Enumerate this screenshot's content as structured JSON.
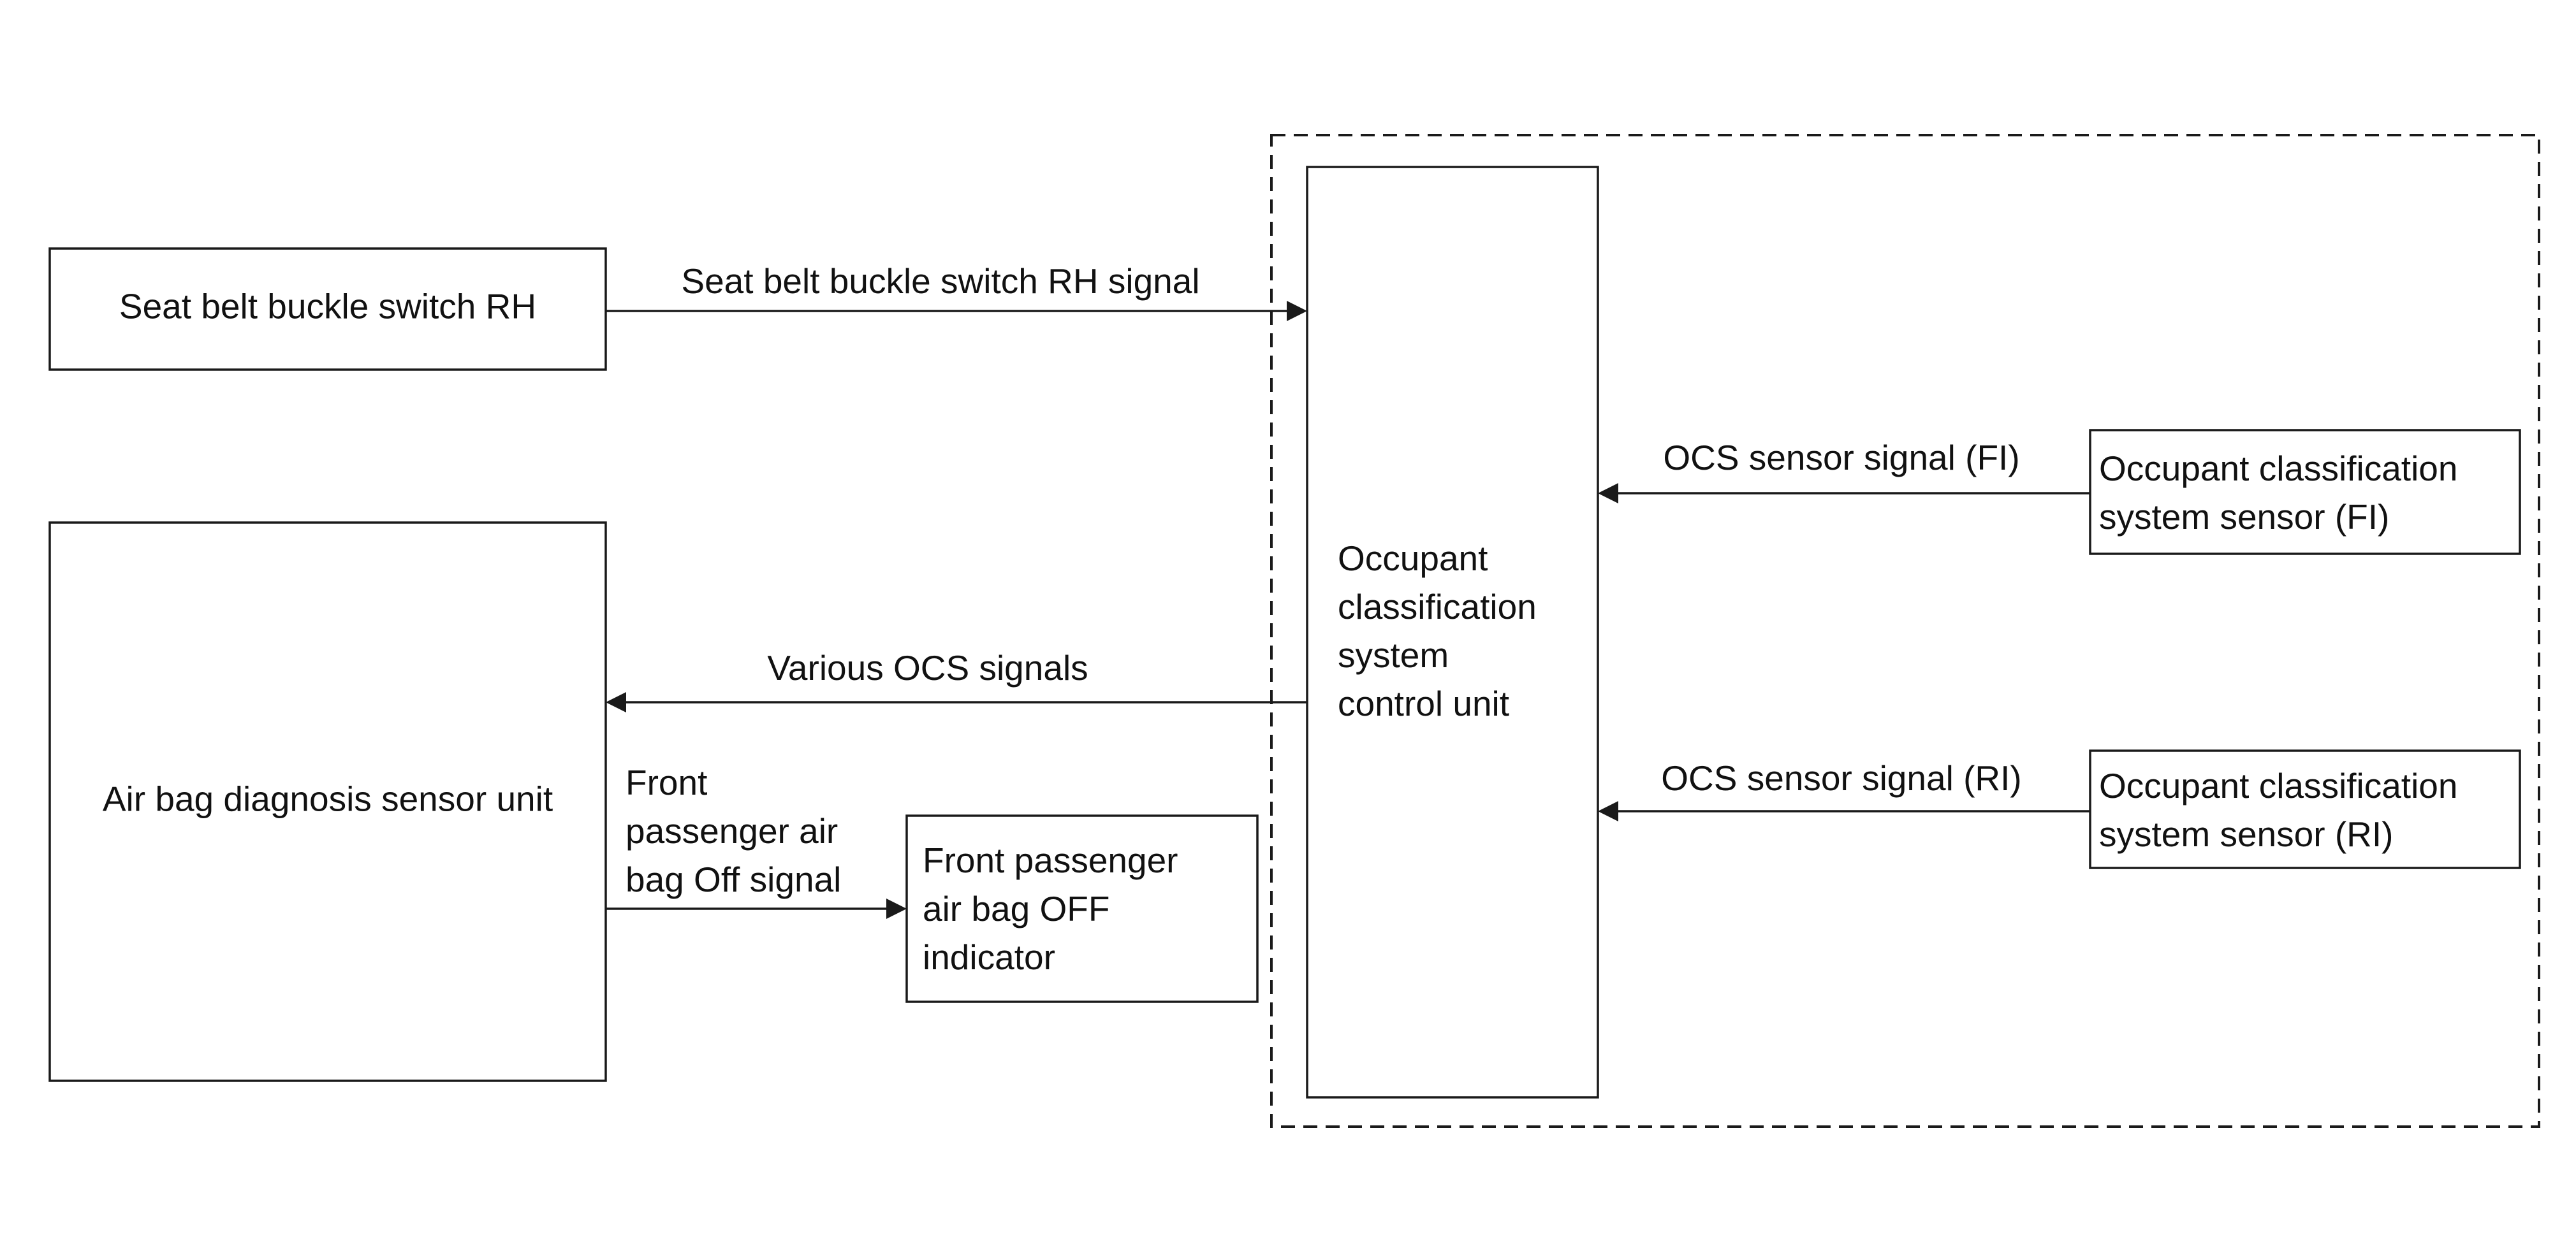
{
  "boxes": {
    "seat_belt_switch": "Seat belt buckle switch RH",
    "airbag_diag_unit": "Air bag diagnosis sensor unit",
    "front_pass_indicator": [
      "Front passenger",
      "air bag OFF",
      "indicator"
    ],
    "ocs_control_unit": [
      "Occupant",
      "classification",
      "system",
      "control unit"
    ],
    "ocs_sensor_fi": [
      "Occupant classification",
      "system sensor (FI)"
    ],
    "ocs_sensor_ri": [
      "Occupant classification",
      "system sensor (RI)"
    ]
  },
  "signals": {
    "seat_belt_signal": "Seat belt buckle switch RH signal",
    "various_ocs": "Various OCS signals",
    "front_pass_off": [
      "Front",
      "passenger air",
      "bag Off signal"
    ],
    "ocs_fi": "OCS sensor signal (FI)",
    "ocs_ri": "OCS sensor signal (RI)"
  }
}
